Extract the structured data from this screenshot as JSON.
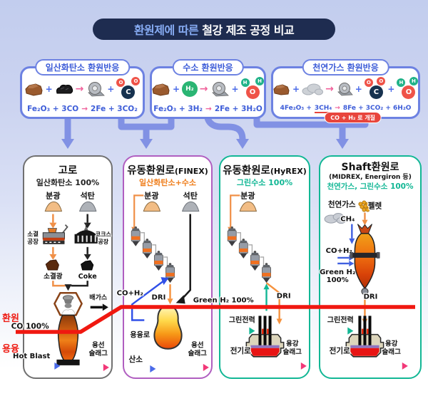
{
  "title": {
    "part1": "환원제에 따른",
    "part2": "철강 제조 공정 비교"
  },
  "symbols": {
    "plus": "+",
    "arrow": "→"
  },
  "molecules": {
    "c": "C",
    "o": "O",
    "h": "H",
    "h2": "H₂"
  },
  "reactions": {
    "co": {
      "name": "일산화탄소 환원반응",
      "lhs": "Fe₂O₃ + 3CO",
      "rhs": "2Fe + 3CO₂"
    },
    "h2": {
      "name": "수소 환원반응",
      "lhs": "Fe₂O₃ + 3H₂",
      "rhs": "2Fe + 3H₂O"
    },
    "ng": {
      "name": "천연가스 환원반응",
      "lhs_a": "4Fe₂O₃ +",
      "lhs_b": "3CH₄",
      "rhs": "8Fe + 3CO₂ + 6H₂O",
      "note": "CO + H₂ 로 개질"
    }
  },
  "zones": {
    "reduction": "환원",
    "melting": "용융"
  },
  "col1": {
    "title": "고로",
    "subtitle": "일산화탄소  100%",
    "fine_ore": "분광",
    "coal": "석탄",
    "sinter_plant_1": "소결",
    "sinter_plant_2": "공장",
    "coke_plant_1": "코크스",
    "coke_plant_2": "공장",
    "sinter_ore": "소결광",
    "coke": "Coke",
    "offgas": "배가스",
    "co_pct": "CO 100%",
    "hot_blast": "Hot Blast",
    "molten_iron": "용선",
    "slag": "슬래그"
  },
  "col2": {
    "title": "유동환원로",
    "title_suffix": "(FINEX)",
    "subtitle": "일산화탄소+수소",
    "fine_ore": "분광",
    "coal": "석탄",
    "co_h2": "CO+H₂",
    "dri": "DRI",
    "melter": "용융로",
    "oxygen": "산소",
    "molten_iron": "용선",
    "slag": "슬래그"
  },
  "col3": {
    "title": "유동환원로",
    "title_suffix": "(HyREX)",
    "subtitle": "그린수소  100%",
    "fine_ore": "분광",
    "green_h2": "Green H₂ 100%",
    "dri": "DRI",
    "green_power": "그린전력",
    "eaf": "전기로",
    "molten_steel": "용강",
    "slag": "슬래그"
  },
  "col4": {
    "title": "Shaft환원로",
    "title_suffix": "(MIDREX, Energiron 등)",
    "subtitle": "천연가스, 그린수소  100%",
    "natural_gas": "천연가스",
    "ch4": "CH₄",
    "pellet": "펠렛",
    "co_h2": "CO+H₂",
    "green_h2_1": "Green H₂",
    "green_h2_2": "100%",
    "dri": "DRI",
    "green_power": "그린전력",
    "eaf": "전기로",
    "molten_steel": "용강",
    "slag": "슬래그"
  },
  "colors": {
    "accent_blue": "#3c5cd8",
    "teal": "#12b795",
    "orange": "#f5923e",
    "red_line": "#f01810",
    "purple_border": "#b05ec0"
  }
}
